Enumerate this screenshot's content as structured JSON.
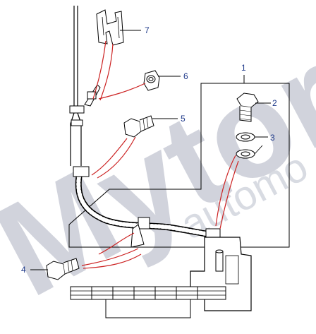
{
  "diagram": {
    "callouts": [
      "1",
      "2",
      "3",
      "4",
      "5",
      "6",
      "7"
    ],
    "watermark": {
      "main": "Mytor",
      "sub": "automo"
    }
  },
  "colors": {
    "line": "#000000",
    "leader": "#cc2222",
    "callout": "#1f3a8a",
    "watermark": "#c9ccd6",
    "background": "#ffffff"
  }
}
